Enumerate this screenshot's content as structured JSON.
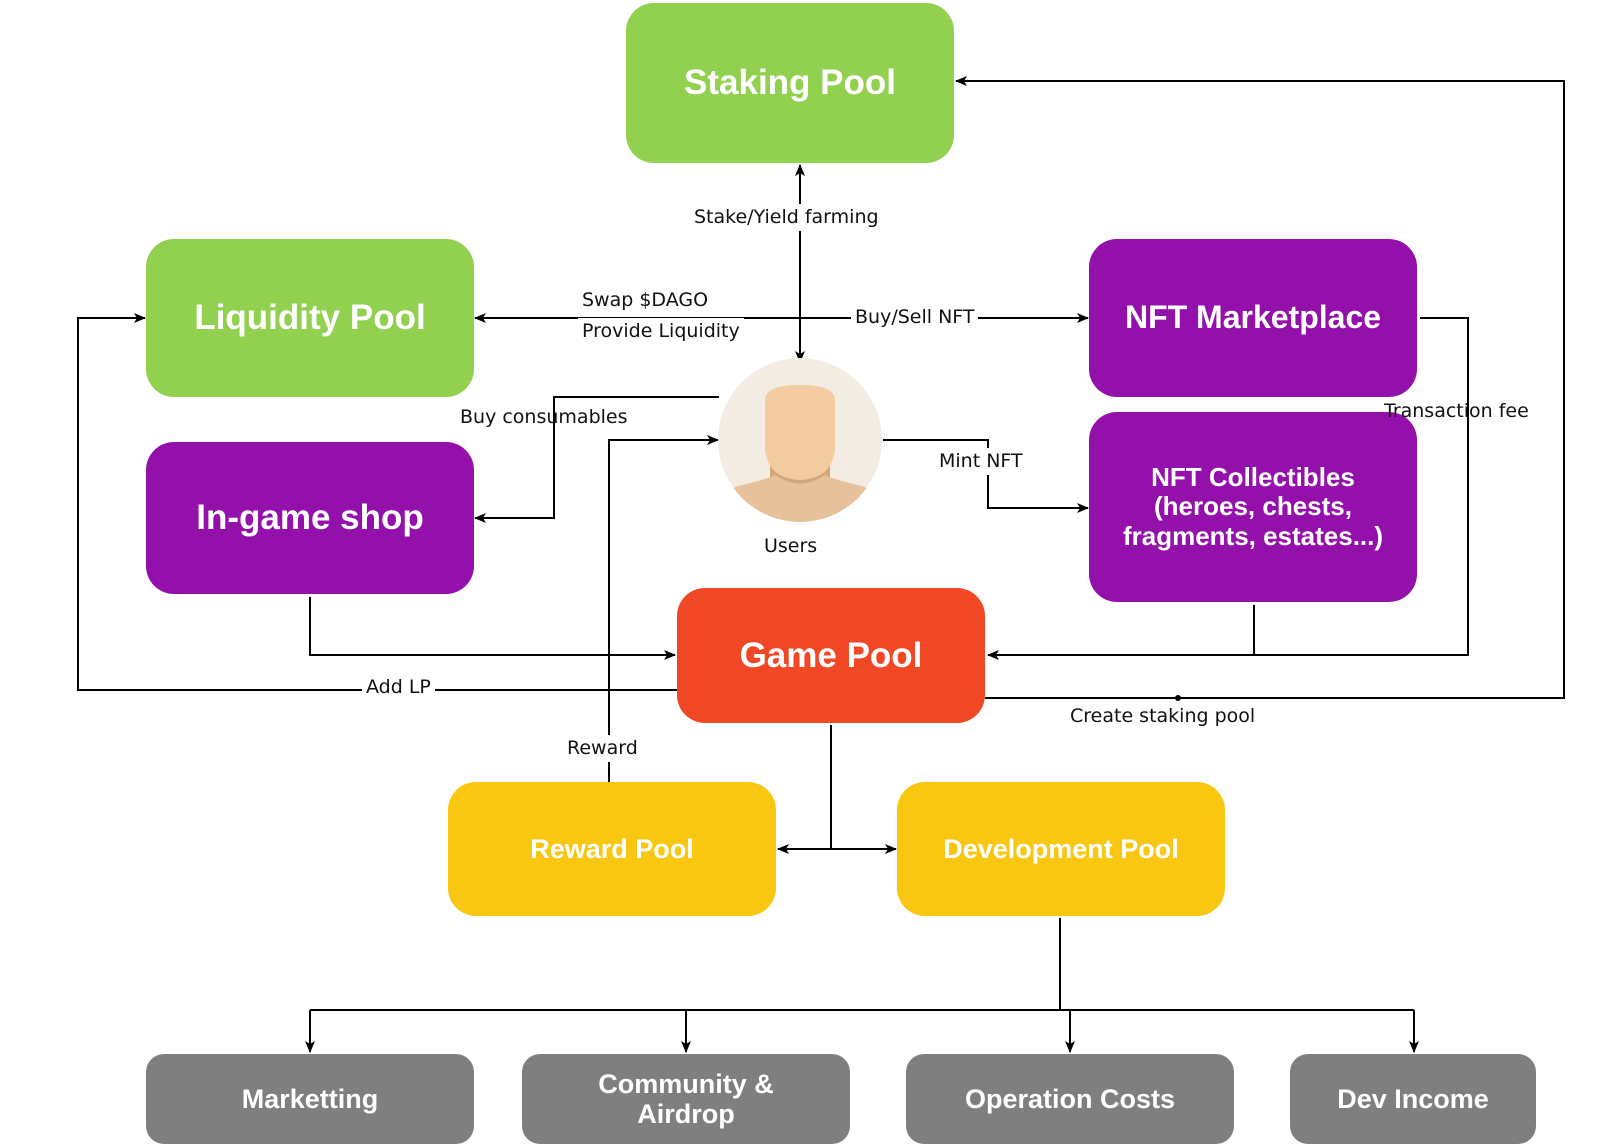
{
  "colors": {
    "green": "#92d050",
    "purple": "#9410ab",
    "orange": "#f04825",
    "yellow": "#f9c612",
    "gray": "#7f7f7f",
    "line": "#000000"
  },
  "nodes": {
    "staking_pool": "Staking Pool",
    "liquidity_pool": "Liquidity Pool",
    "nft_marketplace": "NFT Marketplace",
    "ingame_shop": "In-game shop",
    "nft_collectibles_line1": "NFT Collectibles",
    "nft_collectibles_line2": "(heroes, chests,",
    "nft_collectibles_line3": "fragments, estates...)",
    "game_pool": "Game Pool",
    "reward_pool": "Reward Pool",
    "development_pool": "Development Pool",
    "marketing": "Marketting",
    "community_line1": "Community &",
    "community_line2": "Airdrop",
    "operation_costs": "Operation Costs",
    "dev_income": "Dev Income",
    "users": "Users"
  },
  "edges": {
    "stake_yield": "Stake/Yield farming",
    "swap_line1": "Swap $DAGO",
    "swap_line2": "Provide Liquidity",
    "buy_sell_nft": "Buy/Sell NFT",
    "buy_consumables": "Buy consumables",
    "mint_nft": "Mint NFT",
    "transaction_fee": "Transaction fee",
    "add_lp": "Add LP",
    "create_staking_pool": "Create staking pool",
    "reward": "Reward"
  }
}
